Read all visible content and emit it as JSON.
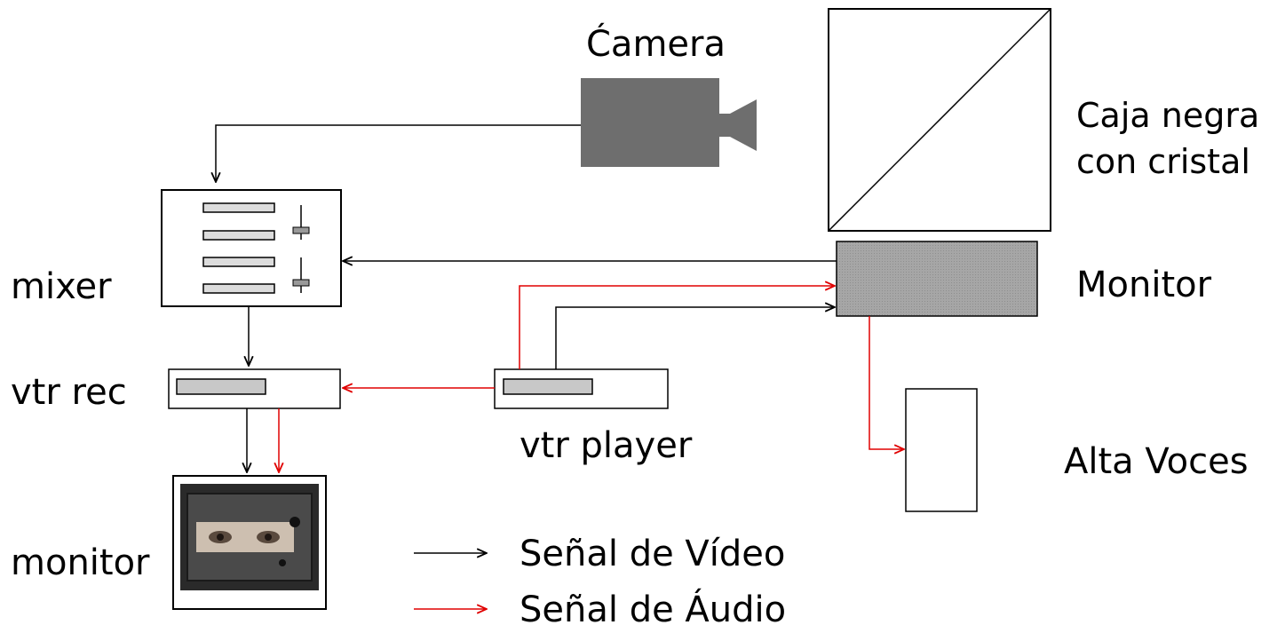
{
  "labels": {
    "camera": "Ćamera",
    "black_box_line1": "Caja negra",
    "black_box_line2": "con cristal",
    "mixer": "mixer",
    "monitor_right": "Monitor",
    "vtr_rec": "vtr rec",
    "vtr_player": "vtr player",
    "speakers": "Alta Voces",
    "monitor_bottom": "monitor"
  },
  "legend": {
    "video": "Señal de Vídeo",
    "audio": "Señal de Áudio"
  },
  "colors": {
    "video_signal": "#000000",
    "audio_signal": "#e00000",
    "device_gray": "#6e6e6e",
    "monitor_gray": "#a8a8a8",
    "slot_gray": "#cfcfcf"
  }
}
